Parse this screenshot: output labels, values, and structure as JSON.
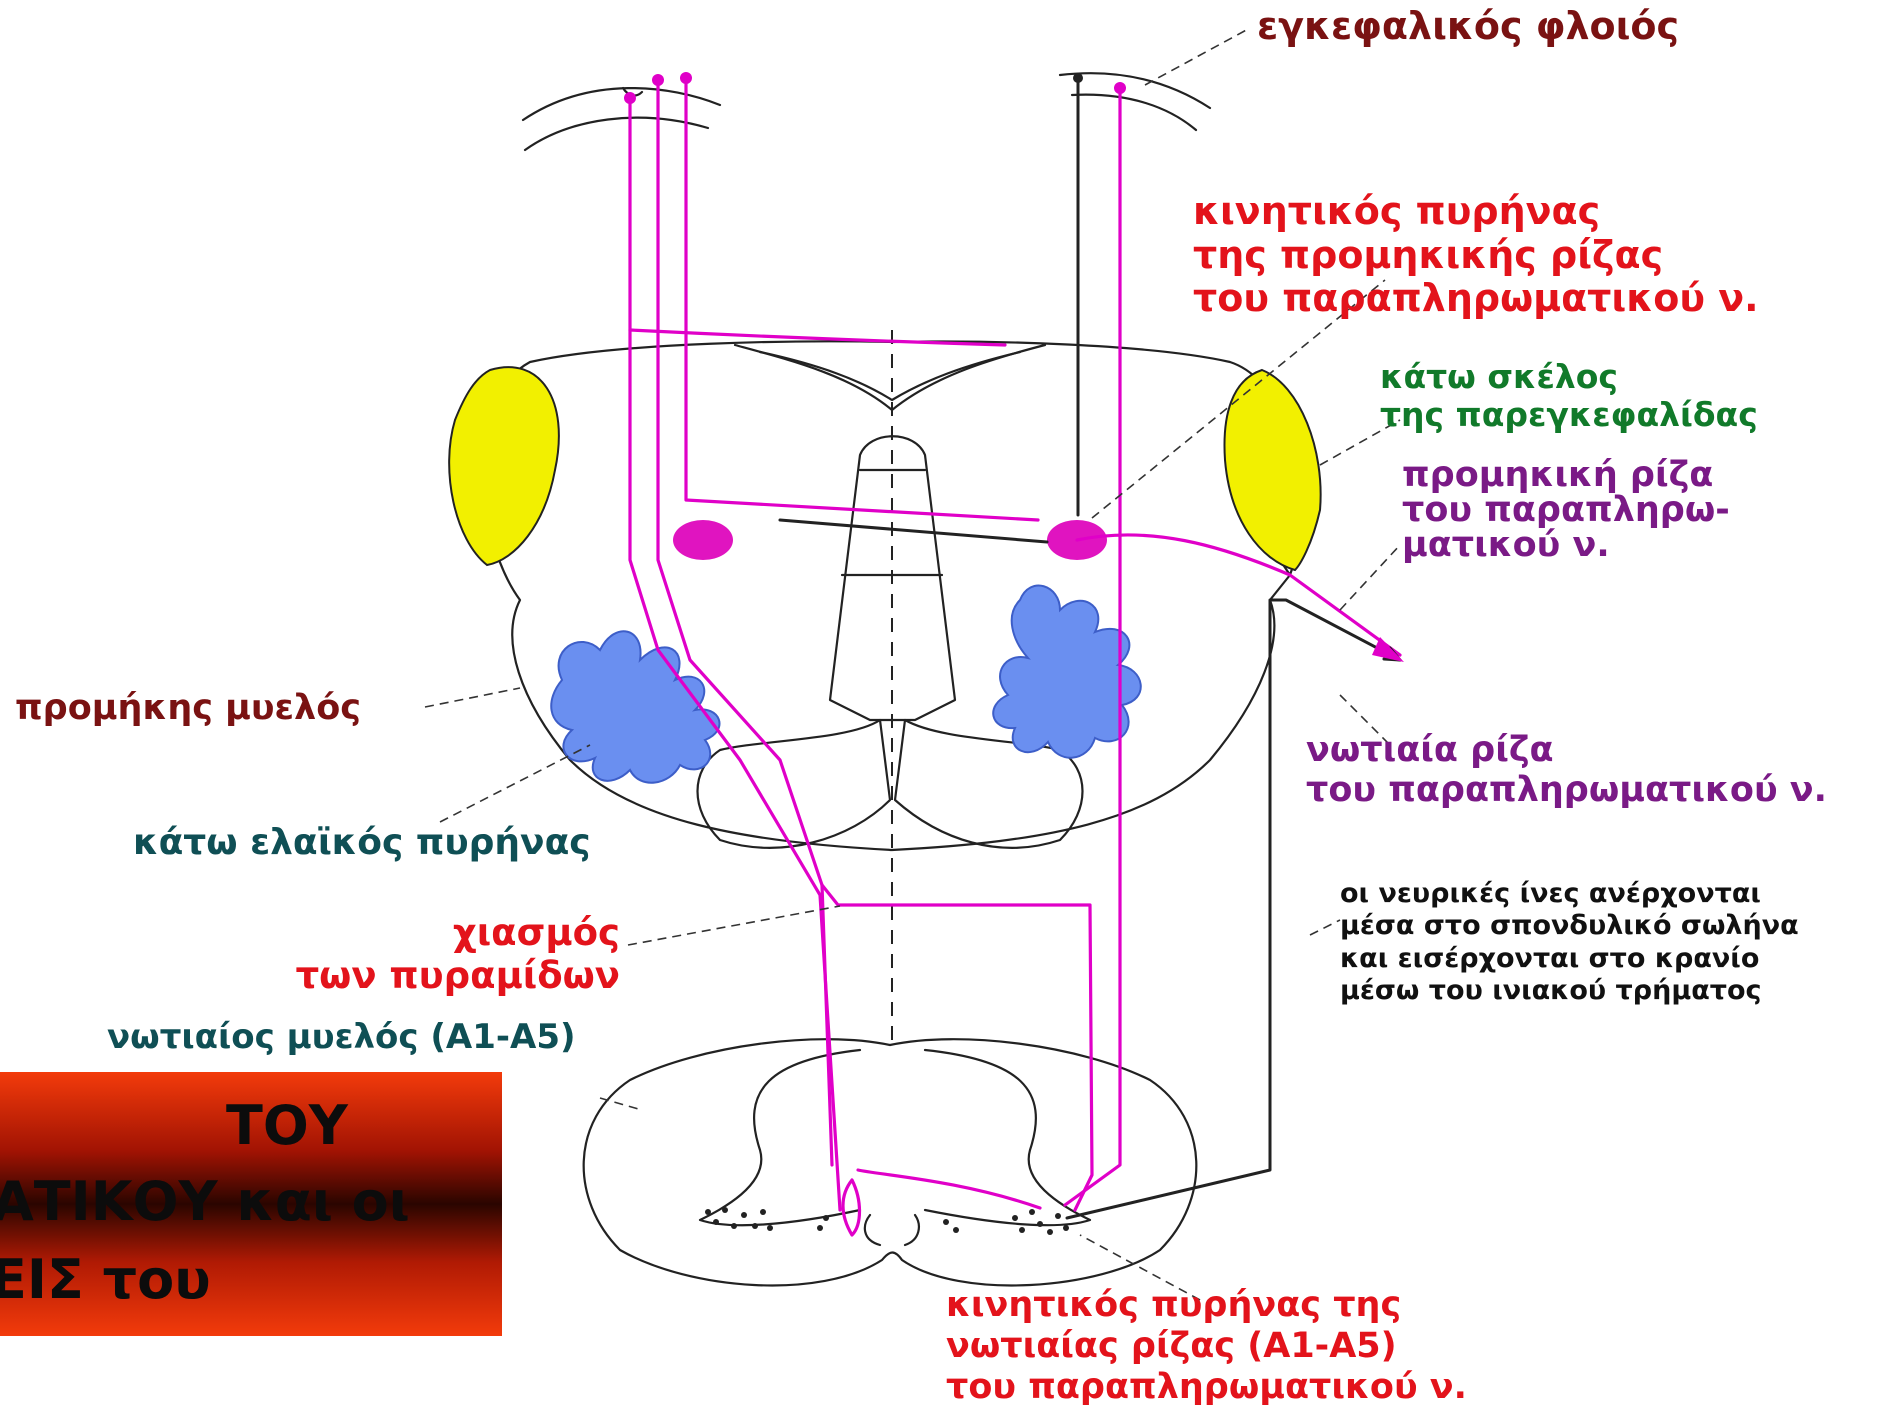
{
  "colors": {
    "pathway": "#e000c8",
    "nucleus": "#e014c0",
    "olive": "#6a8ff0",
    "cerebellar_peduncle": "#f2f000",
    "outline": "#222222",
    "leader": "#444444",
    "red": "#e3131b",
    "maroon": "#7a1212",
    "green": "#117a2a",
    "purple": "#7a1a86",
    "teal": "#0f4f55",
    "title_box": "#f33b0b"
  },
  "labels": {
    "cortex": "εγκεφαλικός φλοιός",
    "cranial_nucleus": [
      "κινητικός πυρήνας",
      "της προμηκικής ρίζας",
      "του παραπληρωματικού ν."
    ],
    "inferior_peduncle": [
      "κάτω σκέλος",
      "της παρεγκεφαλίδας"
    ],
    "cranial_root": [
      "προμηκική ρίζα",
      "του παραπληρω-",
      "ματικού ν."
    ],
    "medulla": "προμήκης μυελός",
    "spinal_root": [
      "νωτιαία ρίζα",
      "του παραπληρωματικού ν."
    ],
    "olivary_nucleus": "κάτω ελαϊκός πυρήνας",
    "fibers_note": [
      "οι νευρικές ίνες ανέρχονται",
      "μέσα στο σπονδυλικό σωλήνα",
      "και εισέρχονται στο κρανίο",
      "μέσω του ινιακού τρήματος"
    ],
    "decussation": [
      "χιασμός",
      "των πυραμίδων"
    ],
    "spinal_cord": "νωτιαίος μυελός (Α1-Α5)",
    "spinal_nucleus": [
      "κινητικός πυρήνας της",
      "νωτιαίας ρίζας (Α1-Α5)",
      "του παραπληρωματικού ν."
    ]
  },
  "title_box": {
    "lines": [
      "ΤΟΥ",
      "ΑΤΙΚΟΥ και οι",
      "ΕΙΣ του"
    ]
  }
}
